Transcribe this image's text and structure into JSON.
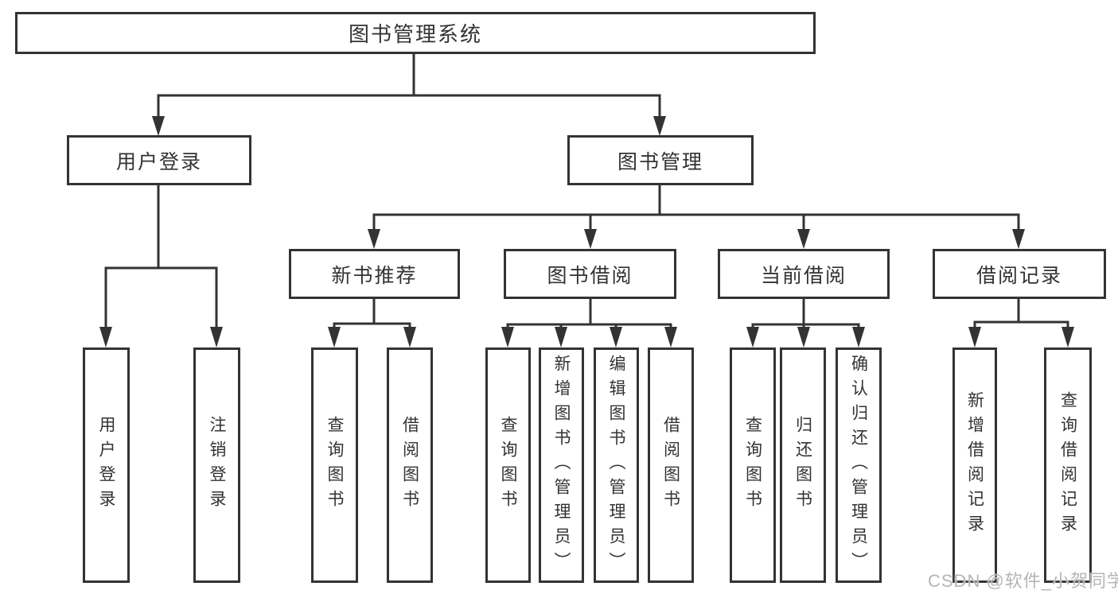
{
  "tree": {
    "label": "图书管理系统",
    "children": [
      {
        "label": "用户登录",
        "children": [
          {
            "label": "用户登录"
          },
          {
            "label": "注销登录"
          }
        ]
      },
      {
        "label": "图书管理",
        "children": [
          {
            "label": "新书推荐",
            "children": [
              {
                "label": "查询图书"
              },
              {
                "label": "借阅图书"
              }
            ]
          },
          {
            "label": "图书借阅",
            "children": [
              {
                "label": "查询图书"
              },
              {
                "label": "新增图书（管理员）"
              },
              {
                "label": "编辑图书（管理员）"
              },
              {
                "label": "借阅图书"
              }
            ]
          },
          {
            "label": "当前借阅",
            "children": [
              {
                "label": "查询图书"
              },
              {
                "label": "归还图书"
              },
              {
                "label": "确认归还（管理员）"
              }
            ]
          },
          {
            "label": "借阅记录",
            "children": [
              {
                "label": "新增借阅记录"
              },
              {
                "label": "查询借阅记录"
              }
            ]
          }
        ]
      }
    ]
  },
  "watermark": {
    "text": "CSDN @软件_小贺同学"
  },
  "colors": {
    "line": "#333333",
    "box_border": "#333333",
    "box_fill": "#ffffff",
    "text": "#333333",
    "watermark": "#b5b5b5",
    "background": "#ffffff"
  }
}
